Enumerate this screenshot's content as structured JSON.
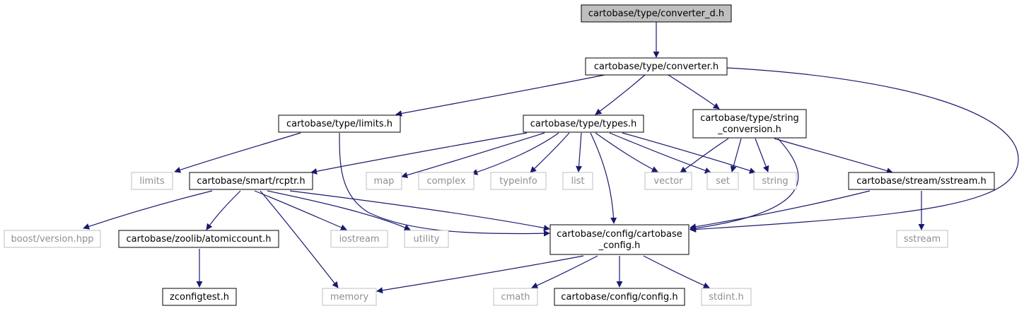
{
  "nodes": {
    "converter_d": "cartobase/type/converter_d.h",
    "converter": "cartobase/type/converter.h",
    "limits_h": "cartobase/type/limits.h",
    "types_h": "cartobase/type/types.h",
    "string_conv_l1": "cartobase/type/string",
    "string_conv_l2": "_conversion.h",
    "limits": "limits",
    "rcptr": "cartobase/smart/rcptr.h",
    "map": "map",
    "complex": "complex",
    "typeinfo": "typeinfo",
    "list": "list",
    "vector": "vector",
    "set": "set",
    "string": "string",
    "sstream_h": "cartobase/stream/sstream.h",
    "boost_version": "boost/version.hpp",
    "atomiccount": "cartobase/zoolib/atomiccount.h",
    "iostream": "iostream",
    "utility": "utility",
    "cartobase_config_l1": "cartobase/config/cartobase",
    "cartobase_config_l2": "_config.h",
    "sstream": "sstream",
    "zconfigtest": "zconfigtest.h",
    "memory": "memory",
    "cmath": "cmath",
    "config_h": "cartobase/config/config.h",
    "stdint": "stdint.h"
  },
  "colors": {
    "edge": "#191970",
    "node_border": "#000000",
    "external_border": "#bfbfbf",
    "external_text": "#8f8f8f",
    "root_fill": "#bfbfbf"
  }
}
